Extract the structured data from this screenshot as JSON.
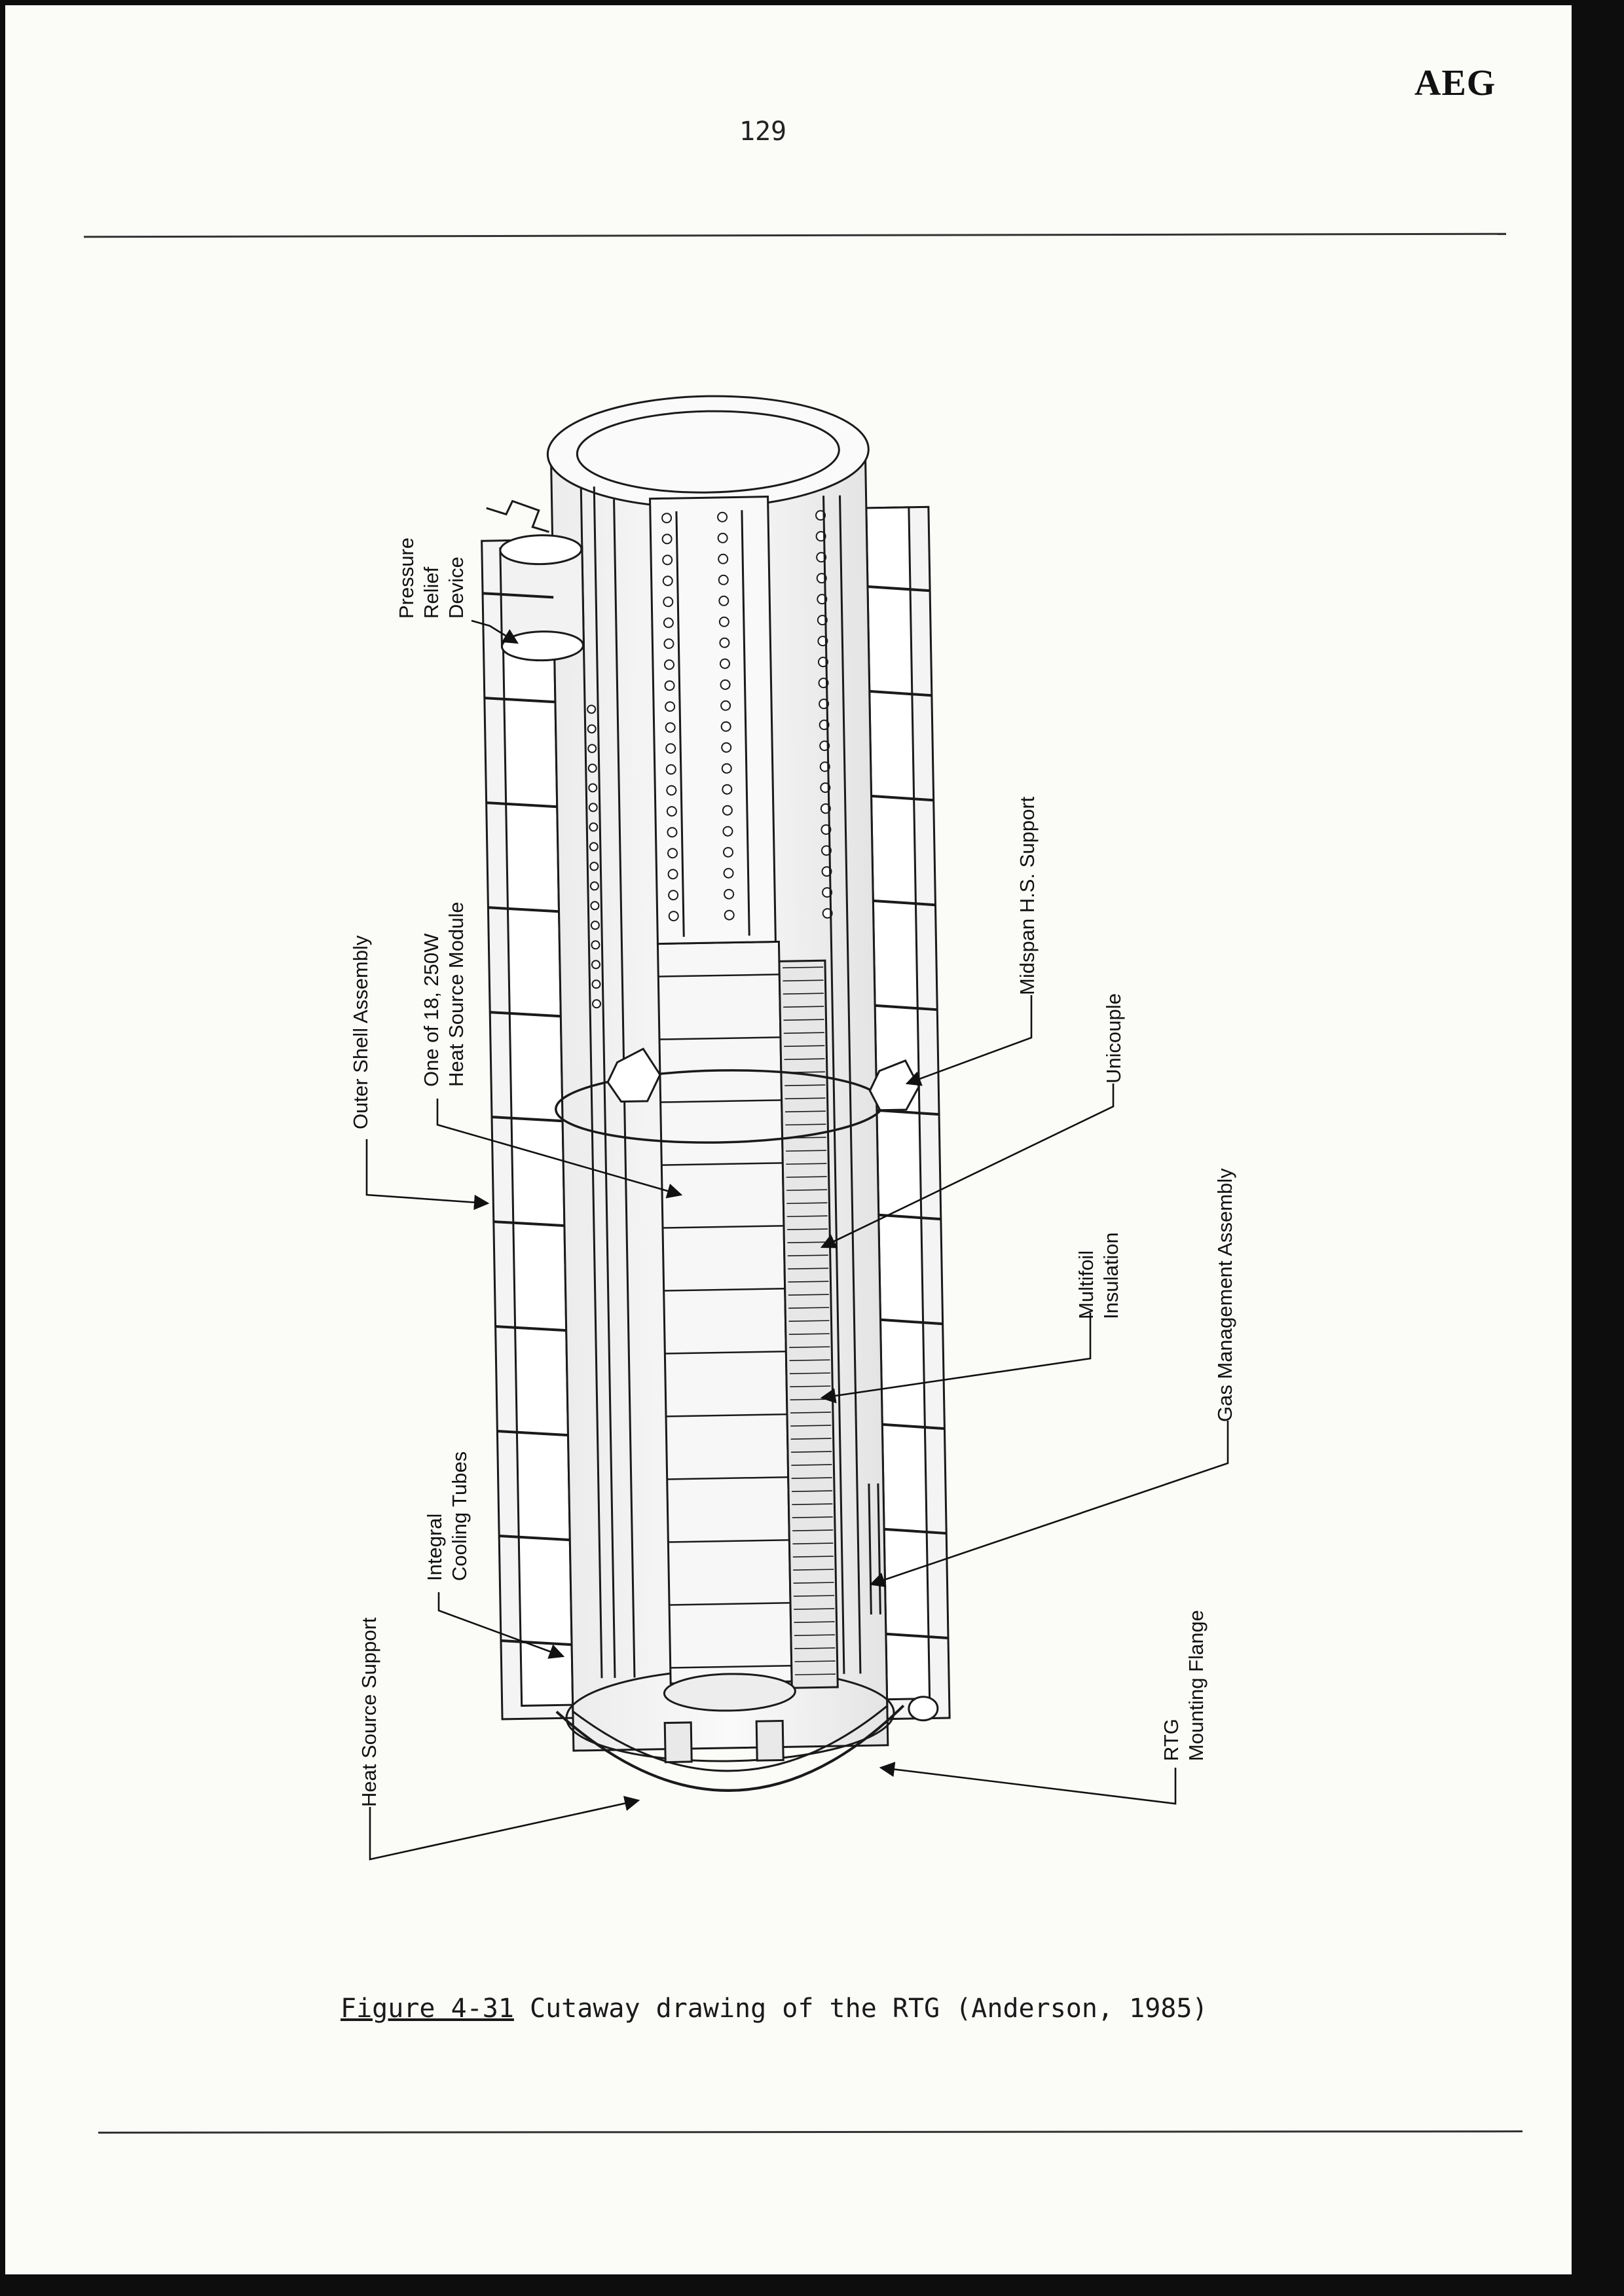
{
  "header": {
    "brand": "AEG",
    "page_number": "129"
  },
  "figure": {
    "callouts": {
      "pressure_relief_device": "Pressure\nRelief\nDevice",
      "outer_shell_assembly": "Outer Shell Assembly",
      "heat_source_module": "One of 18, 250W\nHeat Source Module",
      "integral_cooling_tubes": "Integral\nCooling Tubes",
      "heat_source_support": "Heat Source Support",
      "midspan_hs_support": "Midspan H.S. Support",
      "unicouple": "Unicouple",
      "multifoil_insulation": "Multifoil\nInsulation",
      "gas_management_assembly": "Gas Management Assembly",
      "rtg_mounting_flange": "RTG\nMounting Flange"
    }
  },
  "caption": {
    "label": "Figure 4-31",
    "text": " Cutaway drawing of the RTG (Anderson, 1985)"
  }
}
